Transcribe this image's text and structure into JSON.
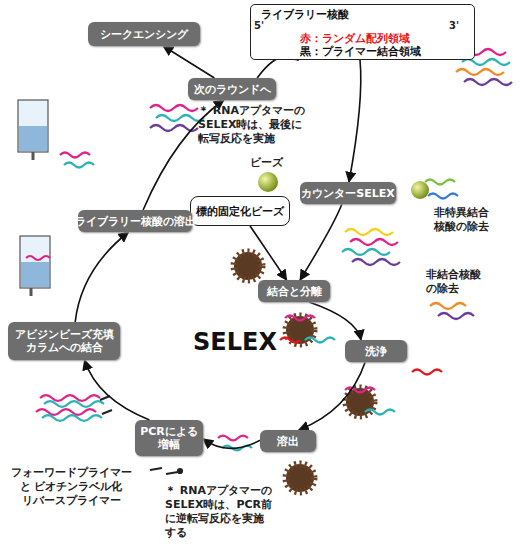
{
  "diagram": {
    "nodes": [
      {
        "text": [
          "シークエンシング"
        ]
      },
      {
        "text": [
          "ライブラリー核酸"
        ]
      },
      {
        "text": [
          "次のラウンドへ"
        ]
      },
      {
        "text": [
          "カウンターSELEX"
        ]
      },
      {
        "text": [
          "標的固定化ビーズ"
        ]
      },
      {
        "text": [
          "ライブラリー核酸の溶出"
        ]
      },
      {
        "text": [
          "結合と分離"
        ]
      },
      {
        "text": [
          "アビジンビーズ充填 カラムへの結合"
        ]
      },
      {
        "text": [
          "洗浄"
        ]
      },
      {
        "text": [
          "PCRによる 増幅"
        ]
      },
      {
        "text": [
          "溶出"
        ]
      }
    ],
    "edges": [
      {
        "from": 1,
        "to": 3,
        "arrow": "to"
      },
      {
        "from": 3,
        "to": 6,
        "arrow": "to"
      },
      {
        "from": 4,
        "to": 6,
        "arrow": "to"
      },
      {
        "from": 6,
        "to": 8,
        "arrow": "to"
      },
      {
        "from": 8,
        "to": 10,
        "arrow": "to"
      },
      {
        "from": 10,
        "to": 9,
        "arrow": "to"
      },
      {
        "from": 9,
        "to": 7,
        "arrow": "to"
      },
      {
        "from": 7,
        "to": 5,
        "arrow": "to"
      },
      {
        "from": 5,
        "to": 2,
        "arrow": "to"
      },
      {
        "from": 2,
        "to": 1,
        "arrow": "to"
      },
      {
        "from": 2,
        "to": 0,
        "arrow": "to"
      }
    ],
    "labels": [
      "5'",
      "3'",
      "ビーズ",
      "非特異結合 核酸の除去",
      "非結合核酸 の除去",
      "SELEX",
      "フォーワードプライマー と ビオチンラベル化 リバースプライマー",
      "＊ RNAアプタマーの SELEX時は、PCR前 に逆転写反応を実施 する",
      "＊ RNAアプタマーの SELEX時は、最後に 転写反応を実施"
    ],
    "legend": [
      {
        "text": "赤：ランダム配列領域",
        "color": "#e8141b"
      },
      {
        "text": "黒：プライマー結合領域",
        "color": "#111111"
      }
    ]
  }
}
